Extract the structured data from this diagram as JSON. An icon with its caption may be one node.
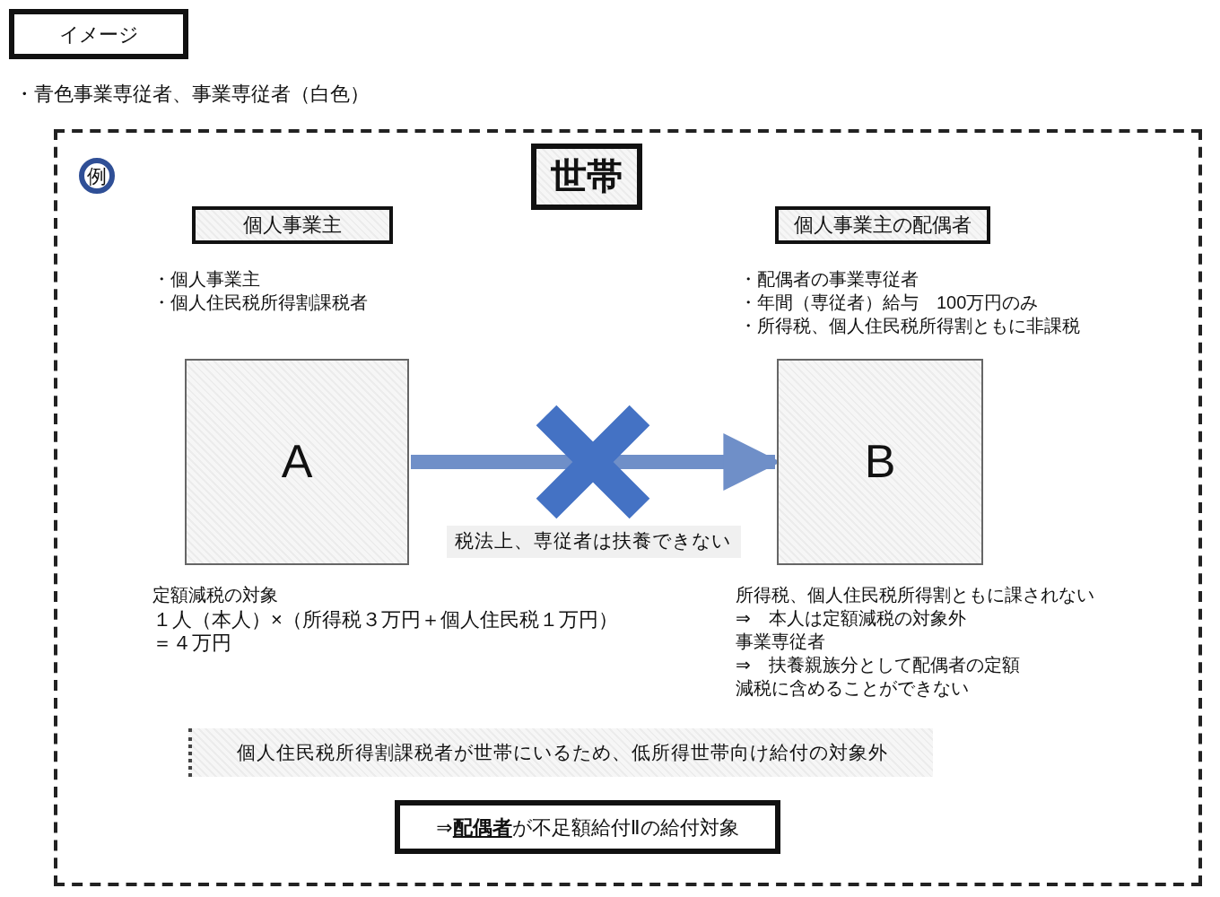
{
  "diagram": {
    "nodes": [
      {
        "text": [
          "イメージ"
        ]
      },
      {
        "text": [
          "世帯"
        ]
      },
      {
        "text": [
          "例"
        ],
        "in": 1
      },
      {
        "text": [
          "個人事業主"
        ],
        "in": 1
      },
      {
        "text": [
          "A"
        ],
        "in": 1
      },
      {
        "text": [
          "個人事業主の配偶者"
        ],
        "in": 1
      },
      {
        "text": [
          "B"
        ],
        "in": 1
      },
      {
        "text": [
          "個人住民税所得割課税者が世帯にいるため、低所得世帯向け給付の対象外"
        ],
        "in": 1
      },
      {
        "text": [
          "⇒**配偶者**が不足額給付Ⅱの給付対象"
        ],
        "in": 1
      }
    ],
    "edges": [
      {
        "from": 4,
        "to": 6,
        "arrow": "to",
        "label": "税法上、専従者は扶養できない"
      }
    ],
    "labels": [
      "・青色事業専従者、事業専従者（白色）",
      "・個人事業主",
      "・個人住民税所得割課税者",
      "・配偶者の事業専従者",
      "・年間（専従者）給与　100万円のみ",
      "・所得税、個人住民税所得割ともに非課税",
      "定額減税の対象",
      "１人（本人）×（所得税３万円＋個人住民税１万円）",
      "＝４万円",
      "所得税、個人住民税所得割ともに課されない",
      "⇒　本人は定額減税の対象外",
      "事業専従者",
      "⇒　扶養親族分として配偶者の定額減税に含めることができない"
    ]
  }
}
